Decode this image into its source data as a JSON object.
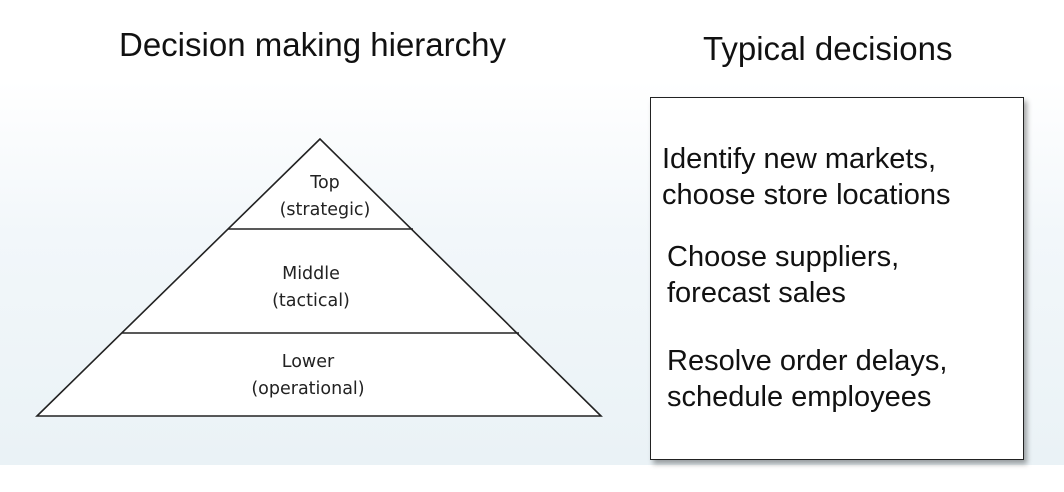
{
  "headings": {
    "hierarchy": "Decision making hierarchy",
    "decisions": "Typical decisions"
  },
  "pyramid": {
    "tiers": [
      {
        "name": "Top",
        "level": "(strategic)"
      },
      {
        "name": "Middle",
        "level": "(tactical)"
      },
      {
        "name": "Lower",
        "level": "(operational)"
      }
    ]
  },
  "decisions": [
    {
      "line1": "Identify new markets,",
      "line2": "choose store locations"
    },
    {
      "line1": "Choose suppliers,",
      "line2": "forecast sales"
    },
    {
      "line1": "Resolve order delays,",
      "line2": "schedule employees"
    }
  ]
}
